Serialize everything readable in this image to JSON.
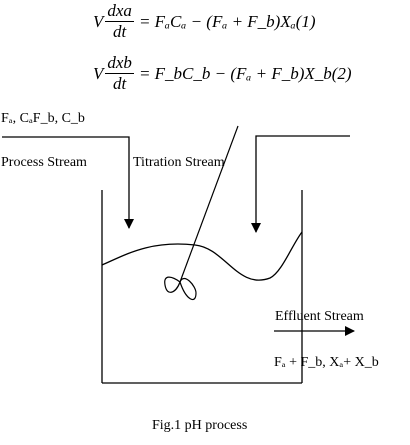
{
  "equations": [
    {
      "lhs": "V",
      "numerator": "dxa",
      "denominator": "dt",
      "rhs": "= FₐCₐ − (Fₐ + F_b)Xₐ(1)"
    },
    {
      "lhs": "V",
      "numerator": "dxb",
      "denominator": "dt",
      "rhs": "= F_bC_b − (Fₐ + F_b)X_b(2)"
    }
  ],
  "labels": {
    "inputs": "Fₐ, CₐF_b, C_b",
    "process_stream": "Process Stream",
    "titration_stream": "Titration Stream",
    "effluent_stream": "Effluent Stream",
    "outputs": "Fₐ + F_b,  Xₐ+ X_b"
  },
  "caption": "Fig.1 pH process"
}
